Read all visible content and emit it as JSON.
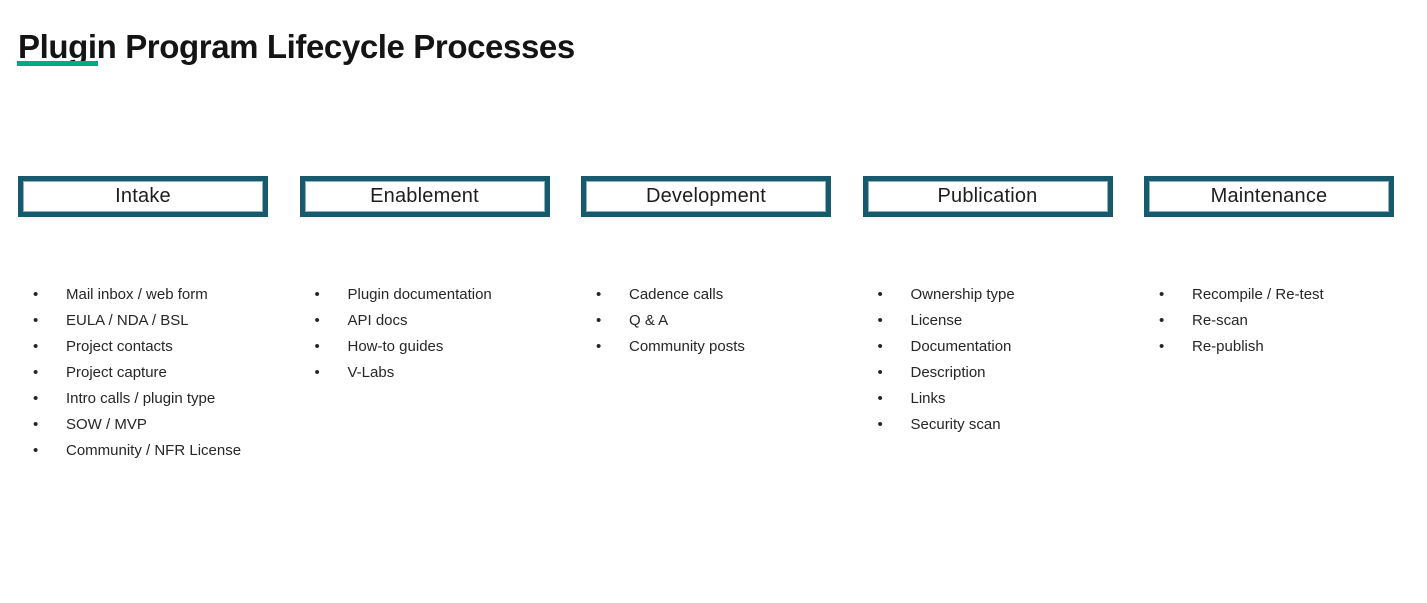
{
  "slide": {
    "title": "Plugin Program Lifecycle Processes"
  },
  "glyphs": {
    "bullet": "•"
  },
  "colors": {
    "accent_green": "#01A982",
    "frame_teal": "#175A6E",
    "frame_inner_bevel": "#8FB3BD",
    "title_text": "#141414",
    "body_text": "#262626"
  },
  "stages": [
    {
      "label": "Intake",
      "items": [
        "Mail inbox / web form",
        "EULA / NDA / BSL",
        "Project contacts",
        "Project capture",
        "Intro calls / plugin type",
        "SOW / MVP",
        "Community / NFR License"
      ]
    },
    {
      "label": "Enablement",
      "items": [
        "Plugin documentation",
        "API docs",
        "How-to guides",
        "V-Labs"
      ]
    },
    {
      "label": "Development",
      "items": [
        "Cadence calls",
        "Q & A",
        "Community posts"
      ]
    },
    {
      "label": "Publication",
      "items": [
        "Ownership type",
        "License",
        "Documentation",
        "Description",
        "Links",
        "Security scan"
      ]
    },
    {
      "label": "Maintenance",
      "items": [
        "Recompile / Re-test",
        "Re-scan",
        "Re-publish"
      ]
    }
  ]
}
